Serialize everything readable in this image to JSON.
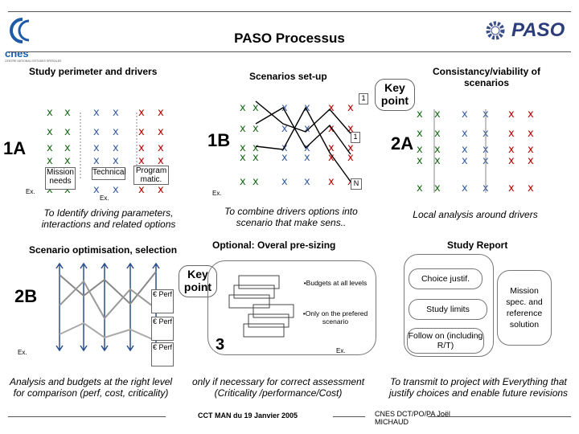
{
  "title": "PASO Processus",
  "logos": {
    "left_name": "cnes",
    "left_caption": "CENTRE NATIONAL D'ETUDES SPATIALES",
    "right_name": "PASO"
  },
  "sections": {
    "s1": {
      "heading": "Study perimeter and drivers",
      "code": "1A",
      "labels": [
        "Mission needs",
        "Technical",
        "Program matic."
      ],
      "ex": "Ex.",
      "caption": "To Identify driving parameters, interactions and related options"
    },
    "s2": {
      "heading": "Scenarios set-up",
      "code": "1B",
      "ex": "Ex.",
      "tags": [
        "1",
        "1",
        "N"
      ],
      "caption": "To combine drivers options into scenario that make sens.."
    },
    "s3": {
      "heading": "Consistancy/viability of scenarios",
      "code": "2A",
      "key_point": "Key point",
      "caption": "Local analysis around drivers"
    },
    "s4": {
      "heading": "Scenario optimisation, selection",
      "code": "2B",
      "ex": "Ex.",
      "perf_labels": [
        "€ Perf",
        "€ Perf",
        "€ Perf"
      ],
      "caption": "Analysis and budgets at the right level for comparison (perf, cost, criticality)"
    },
    "s5": {
      "heading": "Optional: Overal pre-sizing",
      "code": "3",
      "key_point": "Key point",
      "ex": "Ex.",
      "bullets": [
        "•Budgets at all levels",
        "•Only on the prefered scenario"
      ],
      "caption": "only if necessary for correct assessment (Criticality /performance/Cost)"
    },
    "s6": {
      "heading": "Study Report",
      "boxes": [
        "Choice justif.",
        "Study limits",
        "Follow on (including R/T)"
      ],
      "side_box": "Mission spec. and reference solution",
      "caption": "To transmit to project with Everything that justify choices and enable future revisions"
    }
  },
  "footer": {
    "center": "CCT MAN du 19 Janvier 2005",
    "right": "CNES DCT/PO/PA Joël MICHAUD"
  },
  "colors": {
    "x_mark": "#c00000",
    "x_mark_green": "#1a6b1a",
    "x_mark_blue": "#3a5fa0",
    "arrow": "#2a4f8f",
    "line": "#000000"
  }
}
